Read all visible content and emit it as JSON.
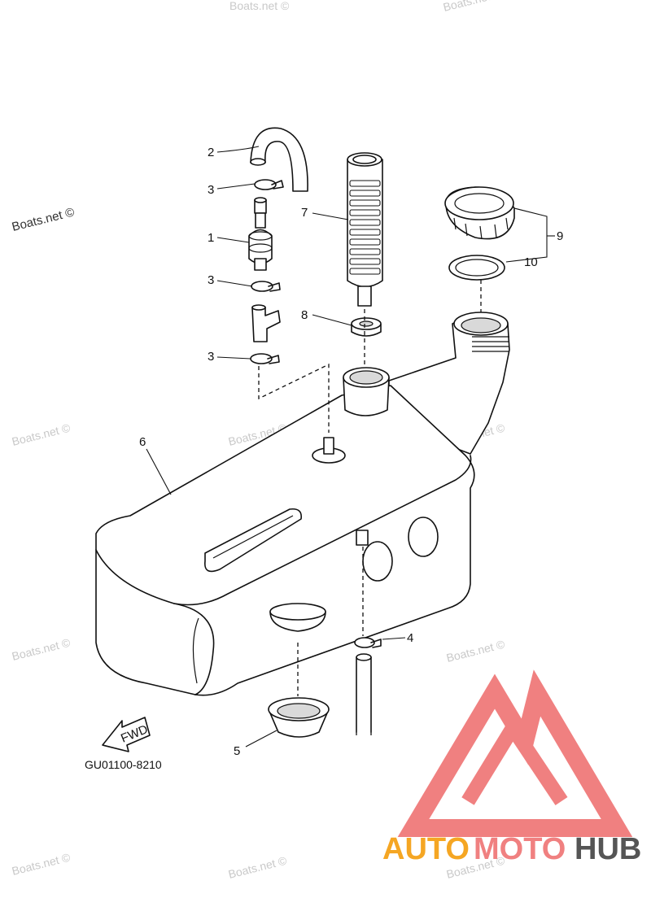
{
  "labels": {
    "p1": "1",
    "p2": "2",
    "p3a": "3",
    "p3b": "3",
    "p3c": "3",
    "p4": "4",
    "p5": "5",
    "p6": "6",
    "p7": "7",
    "p8": "8",
    "p9": "9",
    "p10": "10"
  },
  "fwd_label": "FWD",
  "diagram_code": "GU01100-8210",
  "watermark": "Boats.net ©",
  "logo": {
    "auto": "AUTO",
    "moto": "MOTO",
    "hub": "HUB",
    "colors": {
      "triangle": "#f08080",
      "auto": "#f5a623",
      "moto": "#f08080",
      "hub": "#555555"
    }
  }
}
